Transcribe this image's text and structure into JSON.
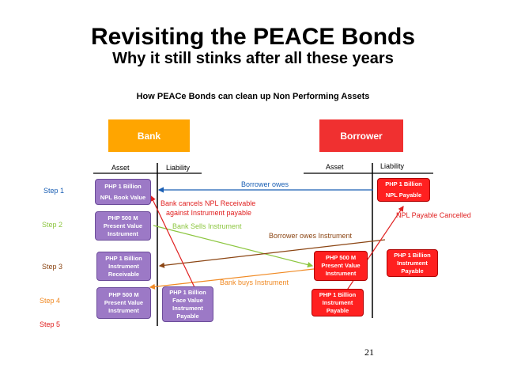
{
  "title": "Revisiting the PEACE Bonds",
  "subtitle": "Why it still stinks after all these years",
  "heading": "How PEACe Bonds can clean up Non Performing Assets",
  "bank": {
    "label": "Bank",
    "color": "#ffa500"
  },
  "borrower": {
    "label": "Borrower",
    "color": "#f03030"
  },
  "columns": {
    "asset": "Asset",
    "liability": "Liability"
  },
  "steps": [
    {
      "label": "Step 1",
      "color": "#1a5fb4"
    },
    {
      "label": "Step 2",
      "color": "#8cc63f"
    },
    {
      "label": "Step 3",
      "color": "#8b4513"
    },
    {
      "label": "Step 4",
      "color": "#f08a24"
    },
    {
      "label": "Step 5",
      "color": "#e02020"
    }
  ],
  "bank_boxes": {
    "npl_book": [
      "PHP 1 Billion",
      "NPL Book Value"
    ],
    "pv_instrument": [
      "PHP 500 M",
      "Present Value",
      "Instrument"
    ],
    "instr_receivable": [
      "PHP 1 Billion",
      "Instrument",
      "Receivable"
    ],
    "pv_instrument_2": [
      "PHP 500 M",
      "Present Value",
      "Instrument"
    ],
    "fv_instrument_payable": [
      "PHP 1 Billion",
      "Face Value",
      "Instrument",
      "Payable"
    ]
  },
  "borrower_boxes": {
    "npl_payable": [
      "PHP 1 Billion",
      "NPL Payable"
    ],
    "pv_instrument": [
      "PHP 500 M",
      "Present Value",
      "Instrument"
    ],
    "instr_payable_right": [
      "PHP 1 Billion",
      "Instrument",
      "Payable"
    ],
    "instr_payable_left": [
      "PHP 1 Billion",
      "Instrument",
      "Payable"
    ]
  },
  "flow_labels": {
    "borrower_owes": "Borrower owes",
    "bank_cancels_1": "Bank cancels NPL Receivable",
    "bank_cancels_2": "against Instrument payable",
    "npl_cancelled": "NPL Payable Cancelled",
    "bank_sells": "Bank Sells Instrument",
    "borrower_owes_instrument": "Borrower owes Instrument",
    "bank_buys": "Bank buys Instrument"
  },
  "page_number": "21"
}
